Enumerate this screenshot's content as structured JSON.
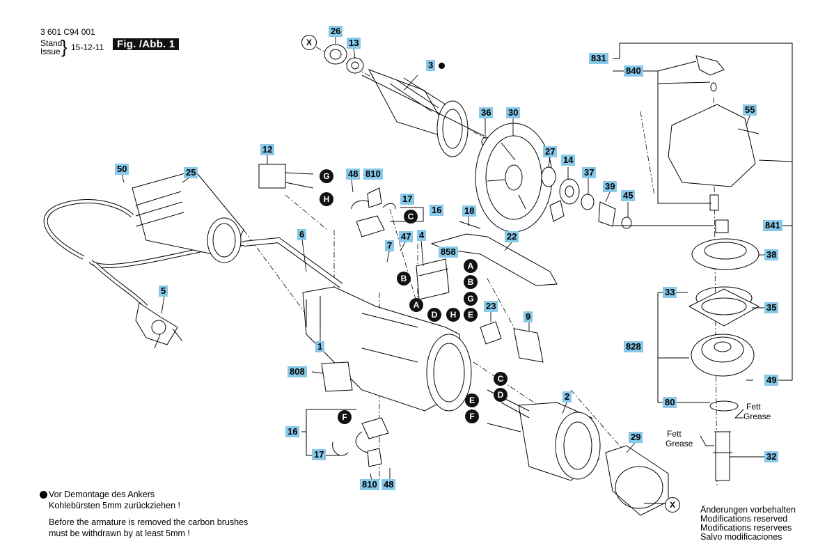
{
  "header": {
    "doc_number": "3 601 C94 001",
    "stand_label": "Stand",
    "issue_label": "Issue",
    "brace": "}",
    "issue_date": "15-12-11",
    "fig_title": "Fig. /Abb. 1"
  },
  "parts": {
    "p26": "26",
    "p13": "13",
    "p3": "3",
    "p36": "36",
    "p30": "30",
    "p27": "27",
    "p14": "14",
    "p37": "37",
    "p39": "39",
    "p45": "45",
    "p12": "12",
    "p48a": "48",
    "p810a": "810",
    "p17a": "17",
    "p16a": "16",
    "p50": "50",
    "p25": "25",
    "p6": "6",
    "p47": "47",
    "p7": "7",
    "p4": "4",
    "p18": "18",
    "p22": "22",
    "p858": "858",
    "p5": "5",
    "p1": "1",
    "p23": "23",
    "p9": "9",
    "p808": "808",
    "p2": "2",
    "p16b": "16",
    "p17b": "17",
    "p810b": "810",
    "p48b": "48",
    "p29": "29",
    "p831": "831",
    "p840": "840",
    "p55": "55",
    "p841": "841",
    "p38": "38",
    "p33": "33",
    "p35": "35",
    "p828": "828",
    "p49": "49",
    "p80": "80",
    "p32": "32"
  },
  "connectors": {
    "G": "G",
    "H": "H",
    "C": "C",
    "A": "A",
    "B": "B",
    "D": "D",
    "E": "E",
    "F": "F",
    "X": "X"
  },
  "grease": {
    "fett": "Fett",
    "grease": "Grease"
  },
  "notes": {
    "de_line1": "Vor Demontage des Ankers",
    "de_line2": "Kohlebürsten 5mm zurückziehen !",
    "en_line1": "Before the armature is removed the carbon brushes",
    "en_line2": "must be withdrawn by at least 5mm !"
  },
  "modifications": {
    "de": "Änderungen vorbehalten",
    "en": "Modifications reserved",
    "fr": "Modifications reservees",
    "es": "Salvo modificaciones"
  },
  "colors": {
    "label_fill": "#88c8e8",
    "connector_fill": "#111111",
    "line": "#000000"
  }
}
